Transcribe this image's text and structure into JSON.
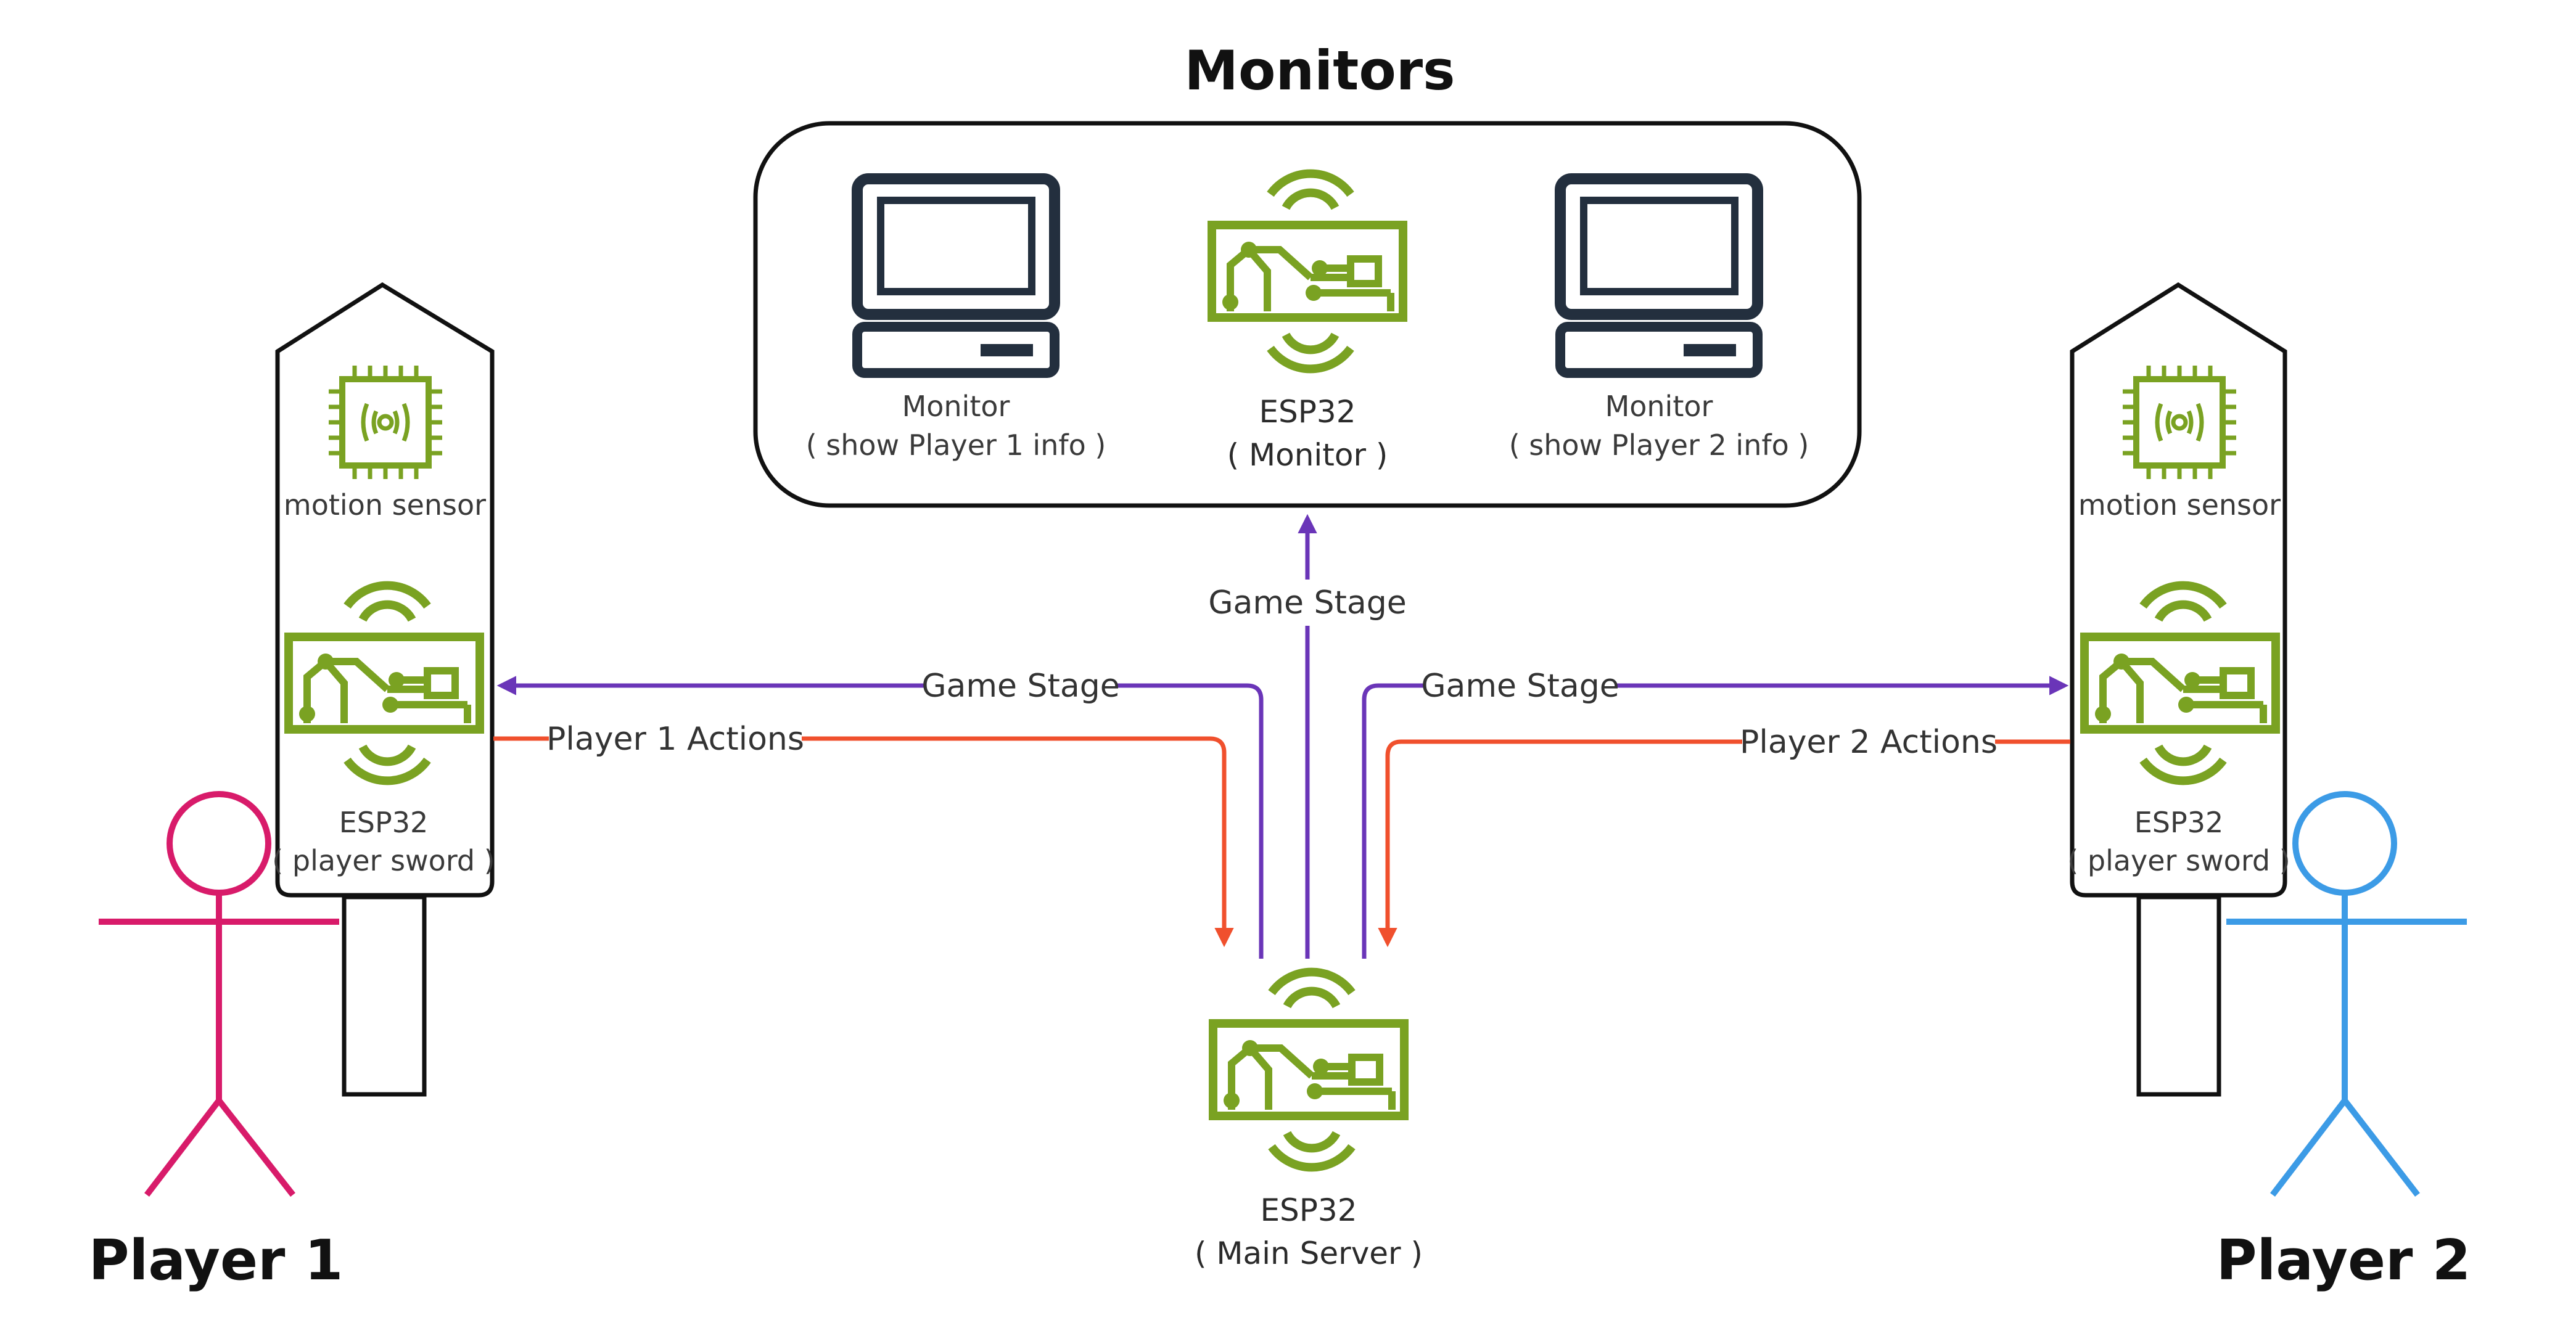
{
  "colors": {
    "device_green": "#7aa222",
    "monitor_dark": "#232f3e",
    "game_stage_arrow": "#6a35b8",
    "player_actions_arrow": "#f0502d",
    "player1": "#d81b6a",
    "player2": "#3c9be6",
    "outline": "#111111"
  },
  "monitors_group": {
    "title": "Monitors",
    "monitor1": {
      "line1": "Monitor",
      "line2": "( show Player 1 info )",
      "icon": "desktop-computer-icon"
    },
    "esp32": {
      "line1": "ESP32",
      "line2": "( Monitor )",
      "icon": "iot-board-wireless-icon"
    },
    "monitor2": {
      "line1": "Monitor",
      "line2": "( show Player 2 info )",
      "icon": "desktop-computer-icon"
    }
  },
  "sword_left": {
    "sensor_label": "motion sensor",
    "sensor_icon": "sensor-chip-icon",
    "board_icon": "iot-board-wireless-icon",
    "board_line1": "ESP32",
    "board_line2": "( player sword )"
  },
  "sword_right": {
    "sensor_label": "motion sensor",
    "sensor_icon": "sensor-chip-icon",
    "board_icon": "iot-board-wireless-icon",
    "board_line1": "ESP32",
    "board_line2": "( player sword )"
  },
  "server": {
    "line1": "ESP32",
    "line2": "( Main Server )",
    "icon": "iot-board-wireless-icon"
  },
  "players": {
    "player1": "Player 1",
    "player2": "Player 2"
  },
  "edges": {
    "server_to_monitor": "Game Stage",
    "server_to_sword1": "Game Stage",
    "sword1_to_server": "Player 1 Actions",
    "server_to_sword2": "Game Stage",
    "sword2_to_server": "Player 2 Actions"
  }
}
